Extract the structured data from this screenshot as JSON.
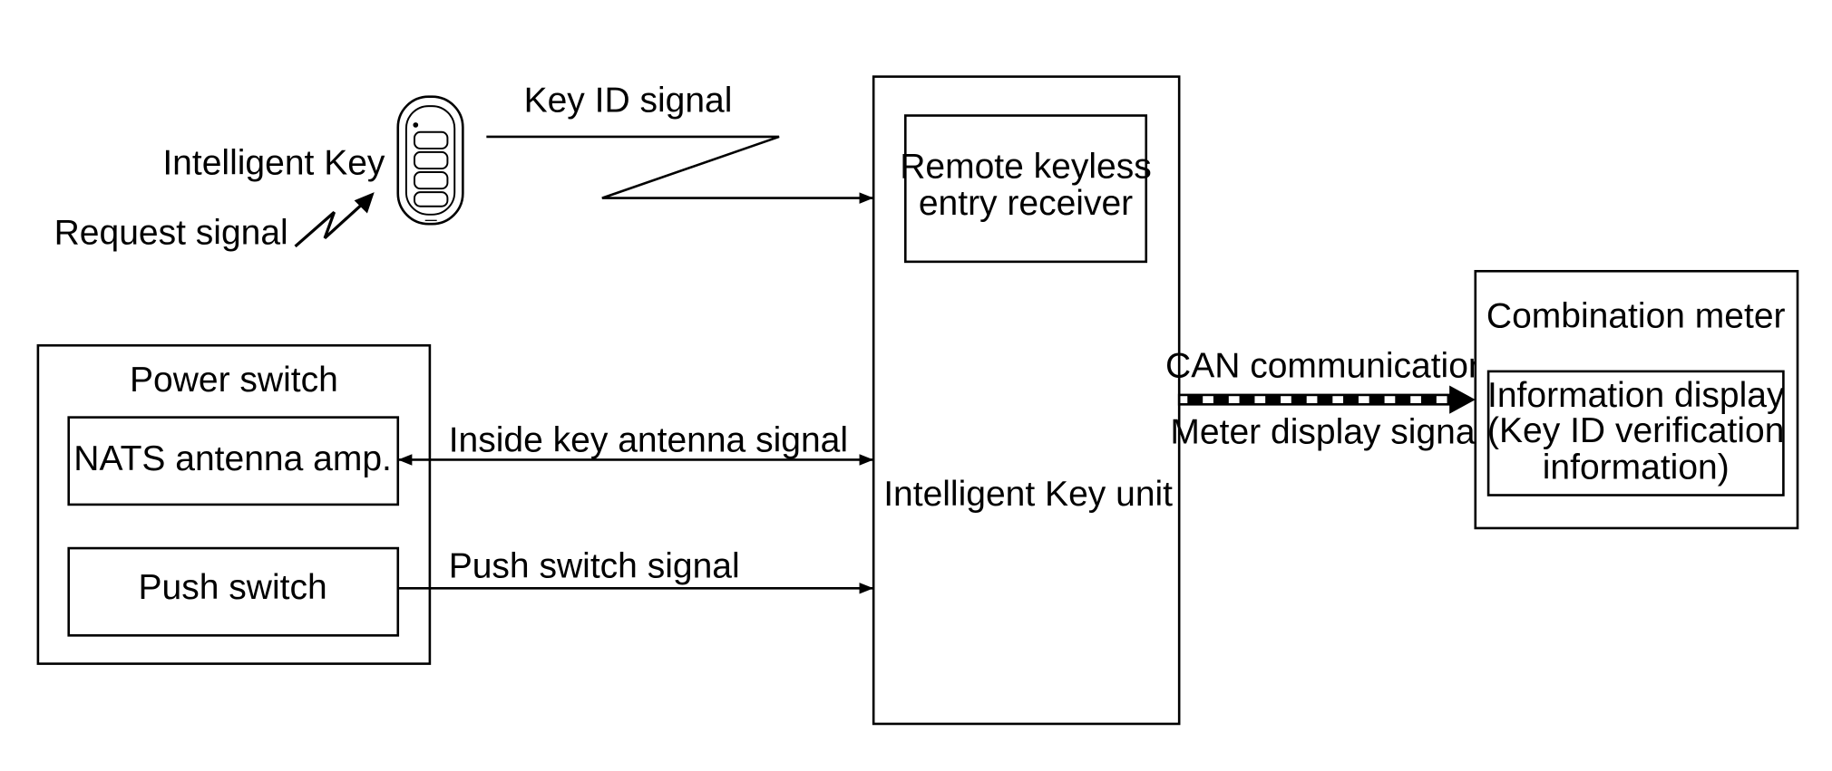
{
  "labels": {
    "intelligent_key": "Intelligent Key",
    "request_signal": "Request signal",
    "key_id_signal": "Key ID signal",
    "rke_receiver_line1": "Remote keyless",
    "rke_receiver_line2": "entry receiver",
    "intelligent_key_unit": "Intelligent Key unit",
    "power_switch": "Power switch",
    "nats_antenna_amp": "NATS antenna amp.",
    "push_switch": "Push switch",
    "inside_key_antenna_signal": "Inside key antenna signal",
    "push_switch_signal": "Push switch signal",
    "can_communication": "CAN communication",
    "meter_display_signal": "Meter display signal",
    "combination_meter": "Combination meter",
    "info_display_line1": "Information display",
    "info_display_line2": "(Key ID verification",
    "info_display_line3": "information)"
  },
  "icons": {
    "key_fob": "key-fob-icon",
    "wireless_signal": "zigzag-signal-icon"
  },
  "colors": {
    "line": "#000000",
    "background": "#ffffff"
  }
}
